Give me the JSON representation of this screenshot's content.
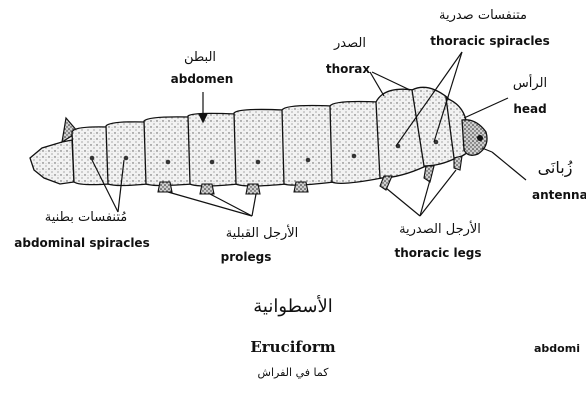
{
  "labels": {
    "abdomen": {
      "ar": "البطن",
      "en": "abdomen"
    },
    "thorax": {
      "ar": "الصدر",
      "en": "thorax"
    },
    "thoracic_spiracles": {
      "ar": "متنفسات صدرية",
      "en": "thoracic spiracles"
    },
    "head": {
      "ar": "الرأس",
      "en": "head"
    },
    "antenna": {
      "ar": "زُبانَى",
      "en": "antenna"
    },
    "abdominal_spiracles": {
      "ar": "مُتنفسات بطنية",
      "en": "abdominal spiracles"
    },
    "prolegs": {
      "ar": "الأرجل القبلية",
      "en": "prolegs"
    },
    "thoracic_legs": {
      "ar": "الأرجل الصدرية",
      "en": "thoracic legs"
    }
  },
  "caption": {
    "ar": "الأسطوانية",
    "en": "Eruciform",
    "sub": "كما في الفراش"
  },
  "clipped_text": "abdomi"
}
